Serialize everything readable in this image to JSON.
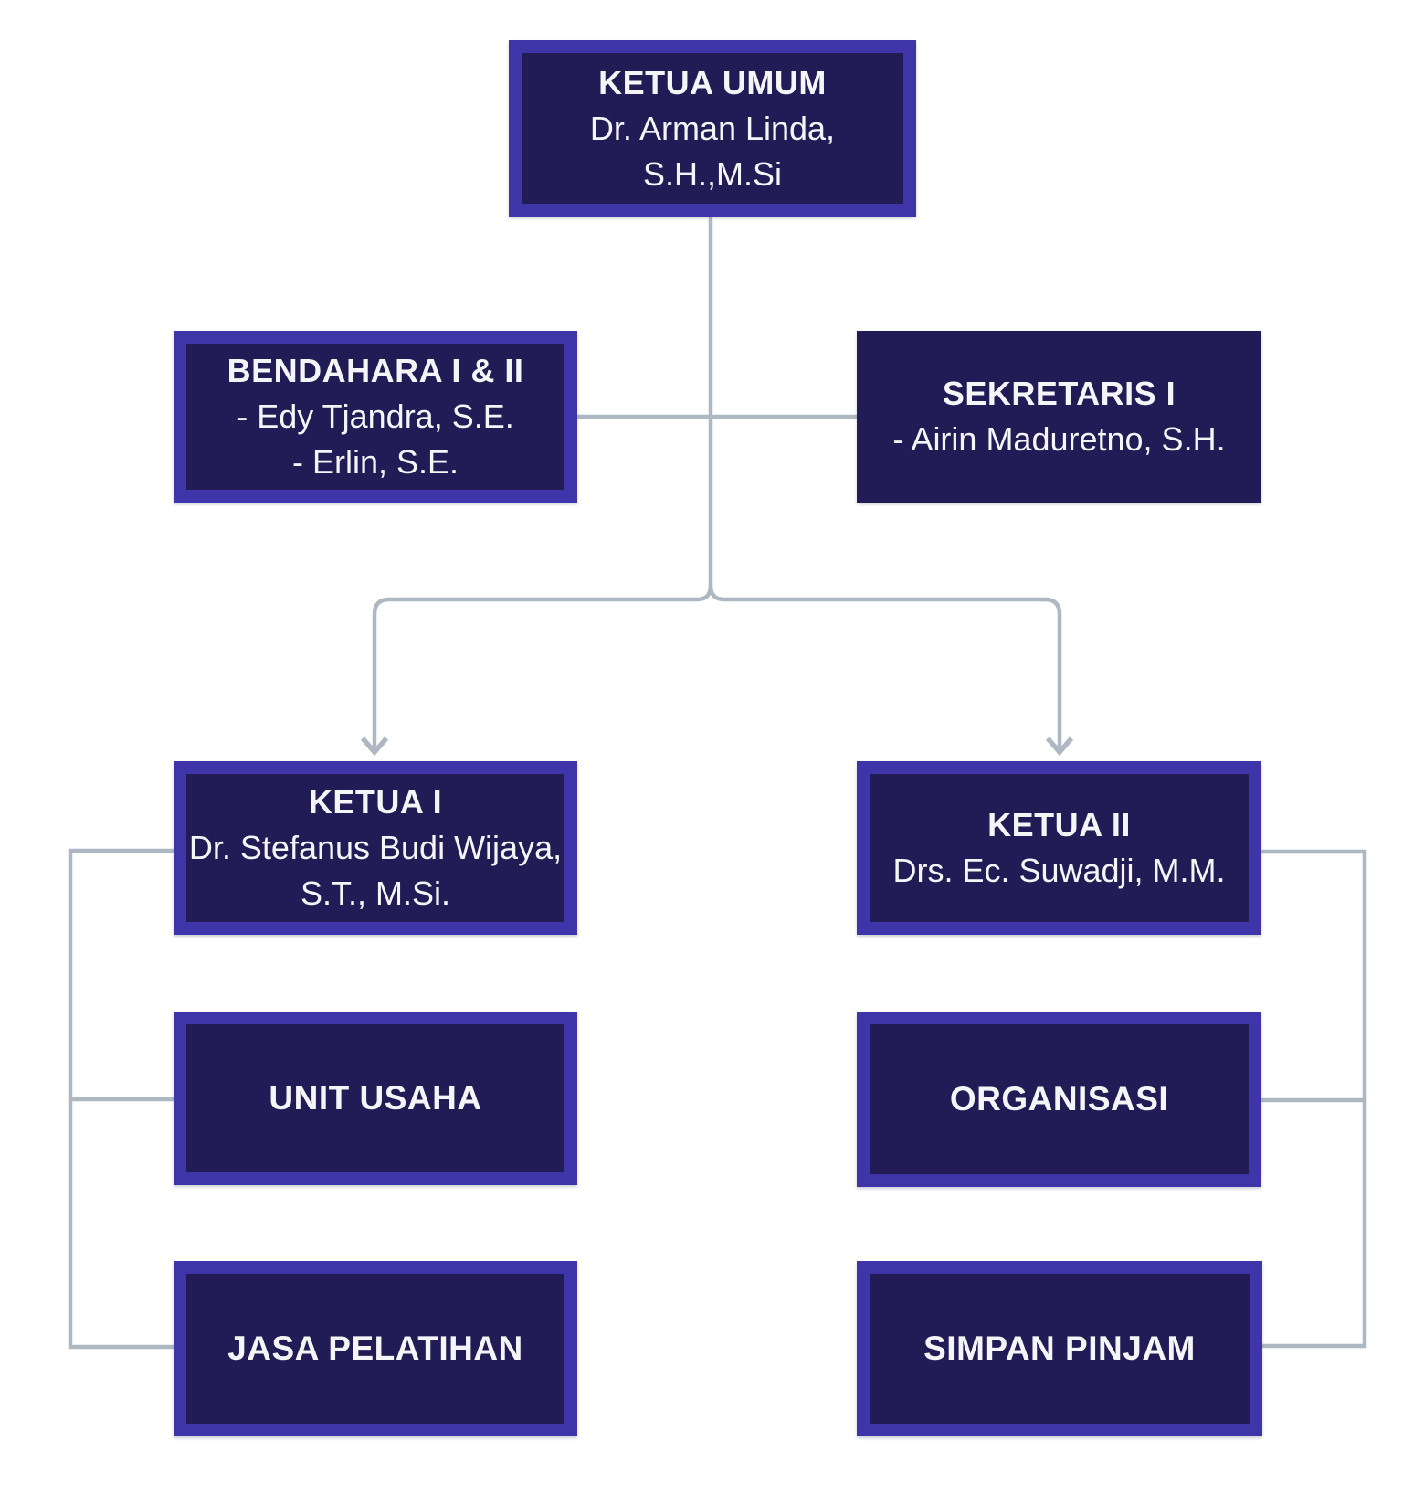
{
  "diagram": {
    "type": "org-chart",
    "colors": {
      "background": "#FFFFFF",
      "box_fill": "#211C55",
      "box_border": "#3E35A8",
      "connector": "#AEB8C2",
      "text": "#F5F4F7"
    },
    "nodes": {
      "ketua_umum": {
        "title": "KETUA UMUM",
        "lines": [
          "Dr. Arman Linda,",
          "S.H.,M.Si"
        ]
      },
      "bendahara": {
        "title": "BENDAHARA I & II",
        "lines": [
          "- Edy Tjandra, S.E.",
          "- Erlin, S.E."
        ]
      },
      "sekretaris": {
        "title": "SEKRETARIS I",
        "lines": [
          "- Airin Maduretno, S.H."
        ]
      },
      "ketua_1": {
        "title": "KETUA I",
        "lines": [
          "Dr. Stefanus Budi Wijaya,",
          "S.T., M.Si."
        ]
      },
      "ketua_2": {
        "title": "KETUA II",
        "lines": [
          "Drs. Ec. Suwadji, M.M."
        ]
      },
      "unit_usaha": {
        "title": "UNIT USAHA"
      },
      "organisasi": {
        "title": "ORGANISASI"
      },
      "jasa_pelatihan": {
        "title": "JASA PELATIHAN"
      },
      "simpan_pinjam": {
        "title": "SIMPAN PINJAM"
      }
    }
  }
}
